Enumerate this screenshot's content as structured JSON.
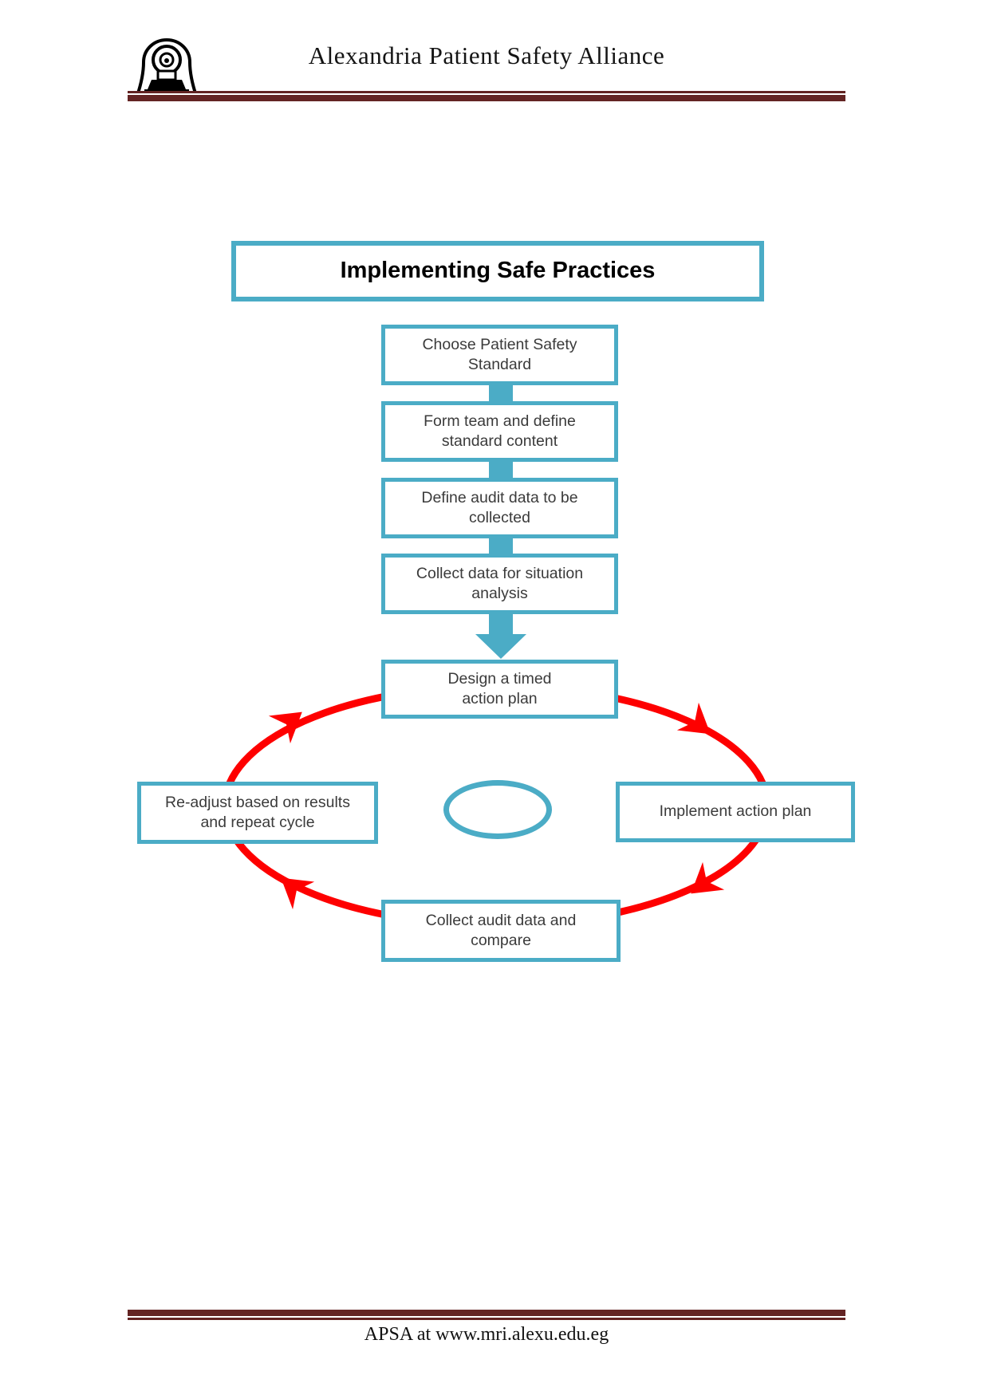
{
  "header": {
    "title": "Alexandria Patient Safety Alliance"
  },
  "diagram": {
    "title": "Implementing Safe Practices",
    "flow_steps": [
      "Choose Patient Safety Standard",
      "Form team and define standard content",
      "Define audit data to be collected",
      "Collect data for situation analysis"
    ],
    "cycle": {
      "top": "Design a timed action plan",
      "right": "Implement action plan",
      "bottom": "Collect audit data and compare",
      "left": "Re-adjust based on results and repeat cycle"
    }
  },
  "footer": {
    "text": "APSA at www.mri.alexu.edu.eg"
  },
  "colors": {
    "box_border": "#4bacc6",
    "cycle_arrow": "#fe0000",
    "rule": "#632423",
    "text": "#3b3b3b"
  }
}
